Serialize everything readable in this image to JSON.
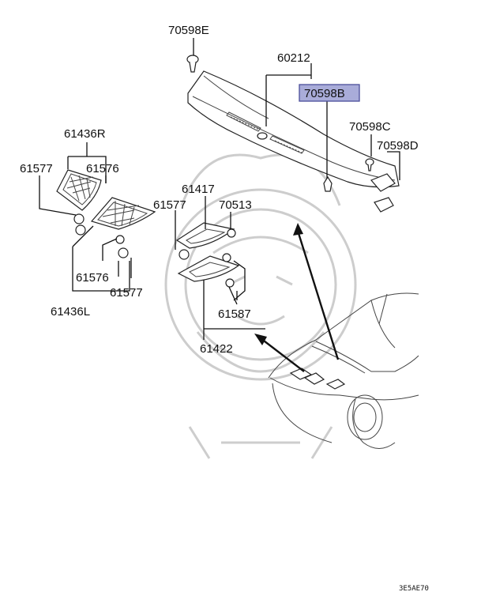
{
  "labels": {
    "p70598E": "70598E",
    "p60212": "60212",
    "p70598B": "70598B",
    "p70598C": "70598C",
    "p70598D": "70598D",
    "p61436R": "61436R",
    "p61577a": "61577",
    "p61576a": "61576",
    "p61417": "61417",
    "p61577b": "61577",
    "p70513": "70513",
    "p61576b": "61576",
    "p61577c": "61577",
    "p61436L": "61436L",
    "p61587": "61587",
    "p61422": "61422"
  },
  "diagram_code": "3E5AE70",
  "highlight": {
    "fill": "#a9acd9",
    "stroke": "#4c4f9a"
  }
}
